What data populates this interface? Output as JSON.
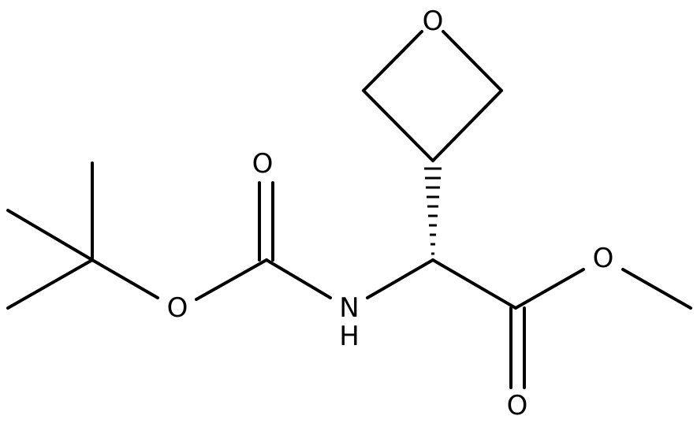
{
  "molecule": {
    "atom_labels": {
      "oxetane_oxygen": "O",
      "ester_ether_oxygen": "O",
      "ester_carbonyl_oxygen": "O",
      "carbamate_carbonyl_oxygen": "O",
      "carbamate_ether_oxygen": "O",
      "amide_nitrogen": "N",
      "amide_hydrogen": "H"
    }
  }
}
